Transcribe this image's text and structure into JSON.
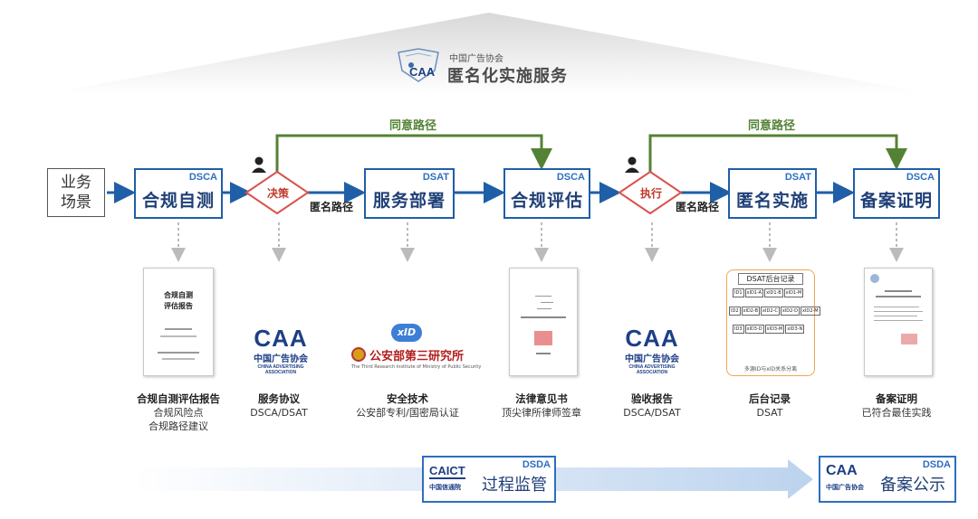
{
  "header": {
    "org_name": "中国广告协会",
    "service_title": "匿名化实施服务",
    "logo_text": "CAA"
  },
  "start": {
    "label_line1": "业务",
    "label_line2": "场景"
  },
  "steps": [
    {
      "tag": "DSCA",
      "label": "合规自测"
    },
    {
      "tag": "DSAT",
      "label": "服务部署"
    },
    {
      "tag": "DSCA",
      "label": "合规评估"
    },
    {
      "tag": "DSAT",
      "label": "匿名实施"
    },
    {
      "tag": "DSCA",
      "label": "备案证明"
    }
  ],
  "decisions": [
    {
      "label": "决策",
      "path_label": "匿名路径",
      "agree_label": "同意路径"
    },
    {
      "label": "执行",
      "path_label": "匿名路径",
      "agree_label": "同意路径"
    }
  ],
  "captions": [
    {
      "title": "合规自测评估报告",
      "line2": "合规风险点",
      "line3": "合规路径建议"
    },
    {
      "title": "服务协议",
      "line2": "DSCA/DSAT",
      "line3": ""
    },
    {
      "title": "安全技术",
      "line2": "公安部专利/国密局认证",
      "line3": ""
    },
    {
      "title": "法律意见书",
      "line2": "顶尖律所律师签章",
      "line3": ""
    },
    {
      "title": "验收报告",
      "line2": "DSCA/DSAT",
      "line3": ""
    },
    {
      "title": "后台记录",
      "line2": "DSAT",
      "line3": ""
    },
    {
      "title": "备案证明",
      "line2": "已符合最佳实践",
      "line3": ""
    }
  ],
  "doc1": {
    "title_l1": "合规自测",
    "title_l2": "评估报告"
  },
  "caa_logo": {
    "mark": "CAA",
    "cn": "中国广告协会",
    "en": "CHINA ADVERTISING ASSOCIATION"
  },
  "psb": {
    "badge": "xID",
    "name": "公安部第三研究所",
    "en": "The Third Research Institute of Ministry of Public Security"
  },
  "backend": {
    "title": "DSAT后台记录",
    "row1": [
      "ID1",
      "xID1-A",
      "xID1-B",
      "xID1-M"
    ],
    "row2": [
      "ID2",
      "xID2-B",
      "xID2-C",
      "xID2-D",
      "xID2-M"
    ],
    "row3": [
      "ID3",
      "xID3-D",
      "xID3-M",
      "xID3-N"
    ],
    "footer": "多源ID与xID关系分离"
  },
  "bottom": {
    "caict_logo": "CAICT",
    "caict_cn": "中国信通院",
    "supervise_tag": "DSDA",
    "supervise_label": "过程监管",
    "filing_tag": "DSDA",
    "filing_label": "备案公示",
    "filing_logo": "CAA",
    "filing_logo_cn": "中国广告协会"
  }
}
